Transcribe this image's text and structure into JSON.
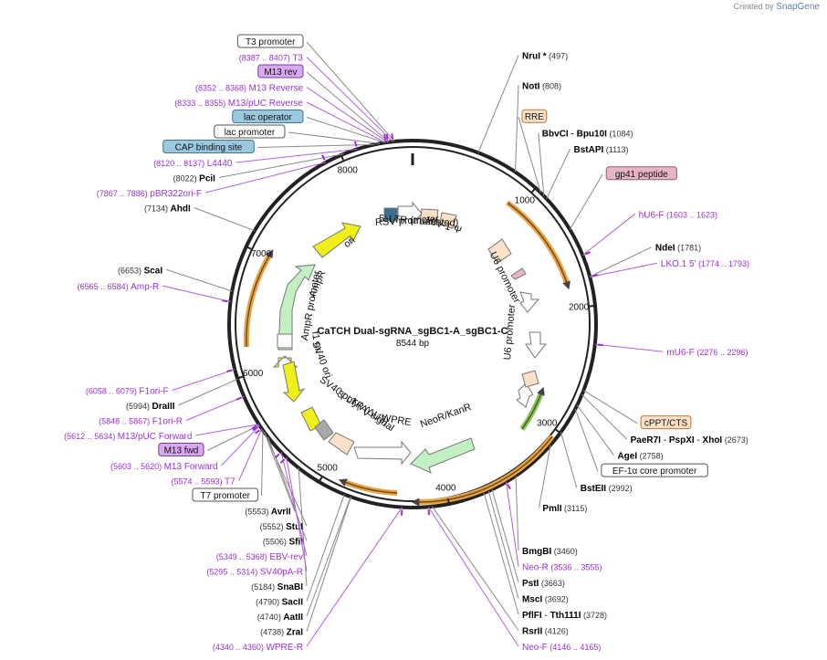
{
  "credit": {
    "prefix": "Created by",
    "brand": "SnapGene"
  },
  "map": {
    "name": "CaTCH Dual-sgRNA_sgBC1-A_sgBC1-C",
    "length_label": "8544 bp",
    "total_bp": 8544,
    "ticks": [
      "1000",
      "2000",
      "3000",
      "4000",
      "5000",
      "6000",
      "7000",
      "8000"
    ],
    "colors": {
      "primer": "#9b30d9",
      "site": "#000000",
      "pos": "#333333",
      "feature_line": "#8a8a8a",
      "backbone": "#222222"
    }
  },
  "sites": [
    {
      "name": "NruI *",
      "pos": "(497)",
      "bp": 497
    },
    {
      "name": "NotI",
      "pos": "(808)",
      "bp": 808
    },
    {
      "name": "BbvCI",
      "name2": "Bpu10I",
      "pos": "(1084)",
      "bp": 1084
    },
    {
      "name": "BstAPI",
      "pos": "(1113)",
      "bp": 1113
    },
    {
      "name": "NdeI",
      "pos": "(1781)",
      "bp": 1781
    },
    {
      "name": "PaeR7I",
      "name2": "PspXI",
      "name3": "XhoI",
      "pos": "(2673)",
      "bp": 2673
    },
    {
      "name": "AgeI",
      "pos": "(2758)",
      "bp": 2758
    },
    {
      "name": "BstEII",
      "pos": "(2992)",
      "bp": 2992
    },
    {
      "name": "PmlI",
      "pos": "(3115)",
      "bp": 3115
    },
    {
      "name": "BmgBI",
      "pos": "(3460)",
      "bp": 3460
    },
    {
      "name": "PstI",
      "pos": "(3663)",
      "bp": 3663
    },
    {
      "name": "MscI",
      "pos": "(3692)",
      "bp": 3692
    },
    {
      "name": "PflFI",
      "name2": "Tth111I",
      "pos": "(3728)",
      "bp": 3728
    },
    {
      "name": "RsrII",
      "pos": "(4126)",
      "bp": 4126
    },
    {
      "name": "ZraI",
      "pos": "(4738)",
      "bp": 4738
    },
    {
      "name": "AatII",
      "pos": "(4740)",
      "bp": 4740
    },
    {
      "name": "SacII",
      "pos": "(4790)",
      "bp": 4790
    },
    {
      "name": "SnaBI",
      "pos": "(5184)",
      "bp": 5184
    },
    {
      "name": "SfiI",
      "pos": "(5506)",
      "bp": 5506
    },
    {
      "name": "StuI",
      "pos": "(5552)",
      "bp": 5552
    },
    {
      "name": "AvrII",
      "pos": "(5553)",
      "bp": 5553
    },
    {
      "name": "DraIII",
      "pos": "(5994)",
      "bp": 5994
    },
    {
      "name": "ScaI",
      "pos": "(6653)",
      "bp": 6653
    },
    {
      "name": "AhdI",
      "pos": "(7134)",
      "bp": 7134
    },
    {
      "name": "PciI",
      "pos": "(8022)",
      "bp": 8022
    }
  ],
  "primers": [
    {
      "name": "T3",
      "pos": "(8387 .. 8407)",
      "bp": 8397
    },
    {
      "name": "M13 Reverse",
      "pos": "(8352 .. 8368)",
      "bp": 8360
    },
    {
      "name": "M13/pUC Reverse",
      "pos": "(8333 .. 8355)",
      "bp": 8344
    },
    {
      "name": "L4440",
      "pos": "(8120 .. 8137)",
      "bp": 8128
    },
    {
      "name": "pBR322ori-F",
      "pos": "(7867 .. 7886)",
      "bp": 7876
    },
    {
      "name": "hU6-F",
      "pos": "(1603 .. 1623)",
      "bp": 1613
    },
    {
      "name": "LKO.1 5'",
      "pos": "(1774 .. 1793)",
      "bp": 1783
    },
    {
      "name": "mU6-F",
      "pos": "(2276 .. 2296)",
      "bp": 2286
    },
    {
      "name": "Neo-R",
      "pos": "(3536 .. 3555)",
      "bp": 3545
    },
    {
      "name": "Neo-F",
      "pos": "(4146 .. 4165)",
      "bp": 4155
    },
    {
      "name": "WPRE-R",
      "pos": "(4340 .. 4360)",
      "bp": 4350
    },
    {
      "name": "SV40pA-R",
      "pos": "(5295 .. 5314)",
      "bp": 5304
    },
    {
      "name": "EBV-rev",
      "pos": "(5349 .. 5368)",
      "bp": 5358
    },
    {
      "name": "T7",
      "pos": "(5574 .. 5593)",
      "bp": 5583
    },
    {
      "name": "M13 Forward",
      "pos": "(5603 .. 5620)",
      "bp": 5611
    },
    {
      "name": "M13/pUC Forward",
      "pos": "(5612 .. 5634)",
      "bp": 5623
    },
    {
      "name": "F1ori-R",
      "pos": "(5848 .. 5867)",
      "bp": 5857
    },
    {
      "name": "F1ori-F",
      "pos": "(6058 .. 6079)",
      "bp": 6068
    },
    {
      "name": "Amp-R",
      "pos": "(6565 .. 6584)",
      "bp": 6574
    }
  ],
  "boxes": [
    {
      "label": "T3 promoter",
      "bg": "#ffffff",
      "border": "#555555",
      "bp": 8410
    },
    {
      "label": "M13 rev",
      "bg": "#d9a8f0",
      "border": "#7a3c9a",
      "bp": 8370
    },
    {
      "label": "lac operator",
      "bg": "#9cc8de",
      "border": "#3d7790",
      "bp": 8340
    },
    {
      "label": "lac promoter",
      "bg": "#ffffff",
      "border": "#555555",
      "bp": 8300
    },
    {
      "label": "CAP binding site",
      "bg": "#9cc8de",
      "border": "#3d7790",
      "bp": 8260
    },
    {
      "label": "RRE",
      "bg": "#fbe1c8",
      "border": "#b7773d",
      "bp": 1050
    },
    {
      "label": "gp41 peptide",
      "bg": "#e6b6c6",
      "border": "#9a5c72",
      "bp": 1400
    },
    {
      "label": "cPPT/CTS",
      "bg": "#fbe1c8",
      "border": "#b7773d",
      "bp": 2640
    },
    {
      "label": "EF-1α core promoter",
      "bg": "#ffffff",
      "border": "#555555",
      "bp": 2790
    },
    {
      "label": "M13 fwd",
      "bg": "#d9a8f0",
      "border": "#7a3c9a",
      "bp": 5615
    },
    {
      "label": "T7 promoter",
      "bg": "#ffffff",
      "border": "#555555",
      "bp": 5570
    }
  ],
  "features": [
    {
      "label": "RSV promoter",
      "bp": 8470
    },
    {
      "label": "5' LTR (truncated)",
      "bp": 80
    },
    {
      "label": "HIV-1 Ψ",
      "bp": 420
    },
    {
      "label": "U6 promoter",
      "bp": 1500
    },
    {
      "label": "U6 promoter",
      "bp": 2250
    },
    {
      "label": "NeoR/KanR",
      "bp": 3800
    },
    {
      "label": "WPRE",
      "bp": 4500
    },
    {
      "label": "3' LTR (ΔU3)",
      "bp": 5000
    },
    {
      "label": "SV40 poly(A) signal",
      "bp": 5100
    },
    {
      "label": "SV40 ori",
      "bp": 5900
    },
    {
      "label": "f1 ori",
      "bp": 6150
    },
    {
      "label": "AmpR promoter",
      "bp": 6650
    },
    {
      "label": "AmpR",
      "bp": 6950
    },
    {
      "label": "ori",
      "bp": 7650
    }
  ]
}
